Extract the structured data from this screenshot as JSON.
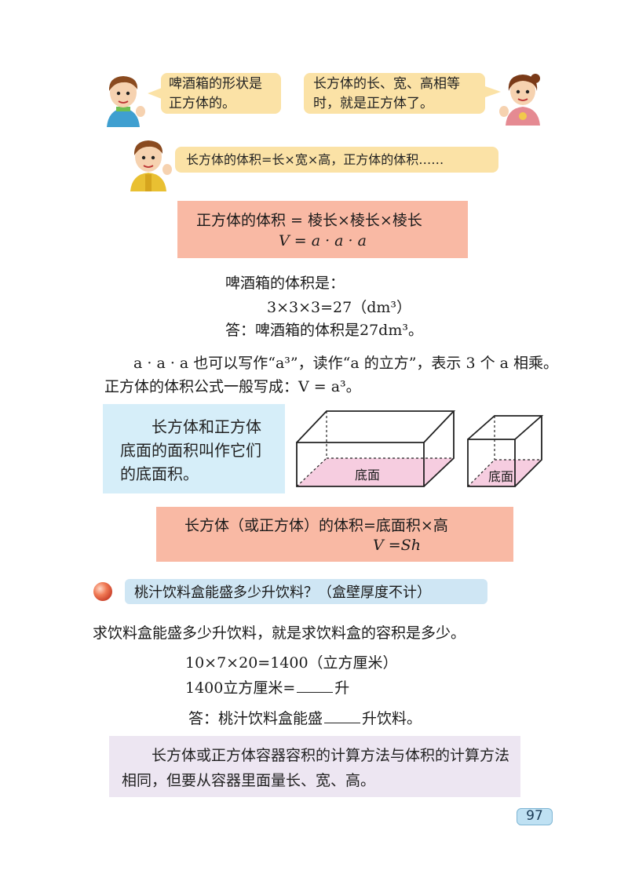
{
  "bubbles": {
    "boy_top": "啤酒箱的形状是正方体的。",
    "girl": "长方体的长、宽、高相等时，就是正方体了。",
    "boy_middle": "长方体的体积=长×宽×高，正方体的体积……"
  },
  "cube_formula": {
    "line1": "正方体的体积 = 棱长×棱长×棱长",
    "line2": "V = a · a · a"
  },
  "example": {
    "lead": "啤酒箱的体积是：",
    "calc": "3×3×3=27（dm³）",
    "answer": "答：啤酒箱的体积是27dm³。"
  },
  "notation": {
    "line1": "a · a · a 也可以写作“a³”，读作“a 的立方”，表示 3 个 a 相乘。",
    "line2": "正方体的体积公式一般写成：V = a³。"
  },
  "base_info": "长方体和正方体底面的面积叫作它们的底面积。",
  "figure_labels": {
    "cuboid_base": "底面",
    "cube_base": "底面"
  },
  "general_formula": {
    "line1": "长方体（或正方体）的体积=底面积×高",
    "line2": "V =Sh"
  },
  "question": "桃汁饮料盒能盛多少升饮料？（盒壁厚度不计）",
  "solution": {
    "intro": "求饮料盒能盛多少升饮料，就是求饮料盒的容积是多少。",
    "calc": "10×7×20=1400（立方厘米）",
    "convert_prefix": "1400立方厘米=",
    "convert_suffix": "升",
    "answer_prefix": "答：桃汁饮料盒能盛",
    "answer_suffix": "升饮料。"
  },
  "note": "长方体或正方体容器容积的计算方法与体积的计算方法相同，但要从容器里面量长、宽、高。",
  "page_number": "97",
  "colors": {
    "bubble": "#fbe2a6",
    "formula_box": "#f9b9a4",
    "info_box": "#d6eef9",
    "note_box": "#ede6f2",
    "base_face": "#f6cde0"
  }
}
